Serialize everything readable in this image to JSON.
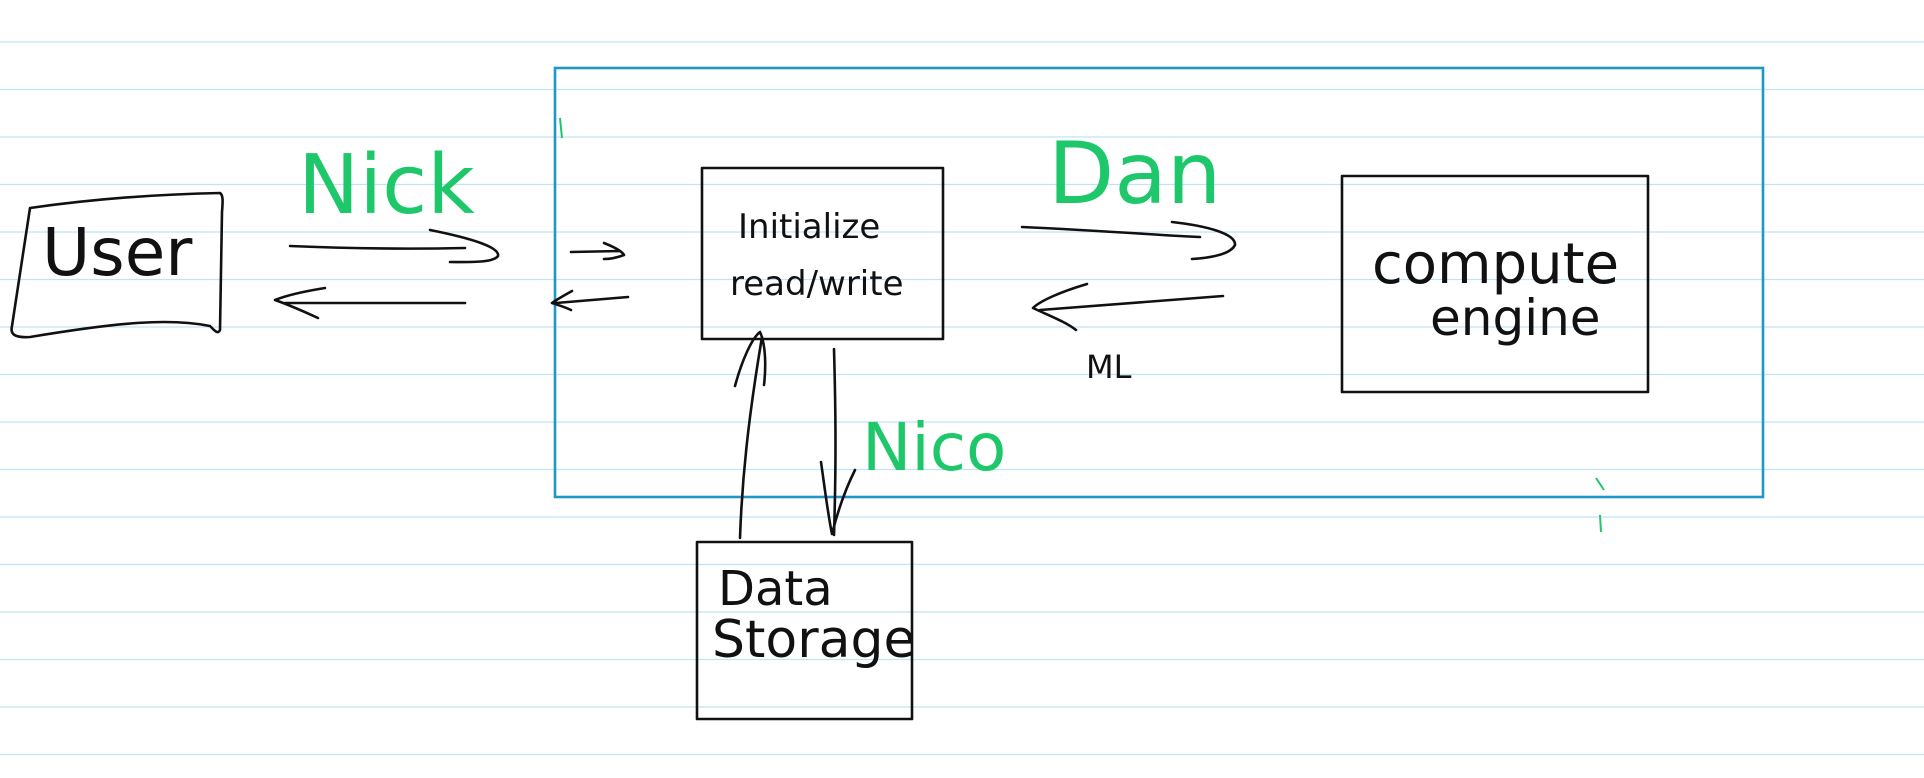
{
  "colors": {
    "ruled_line": "#bfe4f5",
    "system_boundary": "#1e96c8",
    "ink": "#111111",
    "annotation": "#1ec86a"
  },
  "nodes": {
    "user": {
      "label": "User"
    },
    "init": {
      "line1": "Initialize",
      "line2": "read/write"
    },
    "compute": {
      "line1": "compute",
      "line2": "engine"
    },
    "storage": {
      "line1": "Data",
      "line2": "Storage"
    }
  },
  "annotations": {
    "user_link_owner": "Nick",
    "compute_link_owner": "Dan",
    "storage_link_owner": "Nico",
    "compute_return_label": "ML"
  }
}
